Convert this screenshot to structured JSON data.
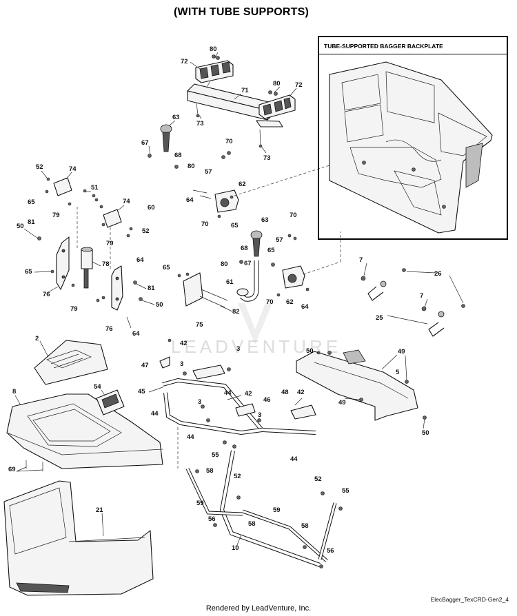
{
  "header": {
    "title": "(WITH TUBE SUPPORTS)"
  },
  "inset": {
    "title": "TUBE-SUPPORTED BAGGER BACKPLATE"
  },
  "watermark": "LEADVENTURE",
  "footer": {
    "code": "ElecBagger_TexCRD-Gen2_4",
    "credit": "Rendered by LeadVenture, Inc."
  },
  "labels": {
    "l80a": "80",
    "l72a": "72",
    "l71": "71",
    "l80b": "80",
    "l72b": "72",
    "l73a": "73",
    "l73b": "73",
    "l63a": "63",
    "l67a": "67",
    "l68a": "68",
    "l80c": "80",
    "l70a": "70",
    "l57a": "57",
    "l62a": "62",
    "l64a": "64",
    "l60": "60",
    "l70b": "70",
    "l65a": "65",
    "l52a": "52",
    "l74a": "74",
    "l65b": "65",
    "l51": "51",
    "l74b": "74",
    "l79a": "79",
    "l52b": "52",
    "l50a": "50",
    "l81a": "81",
    "l79b": "79",
    "l64b": "64",
    "l65c": "65",
    "l78": "78",
    "l76a": "76",
    "l79c": "79",
    "l81b": "81",
    "l50b": "50",
    "l76b": "76",
    "l64c": "64",
    "l63b": "63",
    "l70c": "70",
    "l57b": "57",
    "l68b": "68",
    "l65d": "65",
    "l80d": "80",
    "l67b": "67",
    "l61": "61",
    "l70d": "70",
    "l62b": "62",
    "l64d": "64",
    "l65e": "65",
    "l75": "75",
    "l82": "82",
    "l7a": "7",
    "l26": "26",
    "l7b": "7",
    "l25": "25",
    "l2": "2",
    "l42a": "42",
    "l47": "47",
    "l3a": "3",
    "l3b": "3",
    "l50c": "50",
    "l49a": "49",
    "l5": "5",
    "l49b": "49",
    "l50d": "50",
    "l8": "8",
    "l54": "54",
    "l45": "45",
    "l44a": "44",
    "l3c": "3",
    "l44b": "44",
    "l42b": "42",
    "l46": "46",
    "l48": "48",
    "l42c": "42",
    "l3d": "3",
    "l44c": "44",
    "l44d": "44",
    "l69": "69",
    "l55a": "55",
    "l58a": "58",
    "l52c": "52",
    "l59a": "59",
    "l56a": "56",
    "l58b": "58",
    "l59b": "59",
    "l52d": "52",
    "l55b": "55",
    "l58c": "58",
    "l10": "10",
    "l56b": "56",
    "l21": "21"
  }
}
